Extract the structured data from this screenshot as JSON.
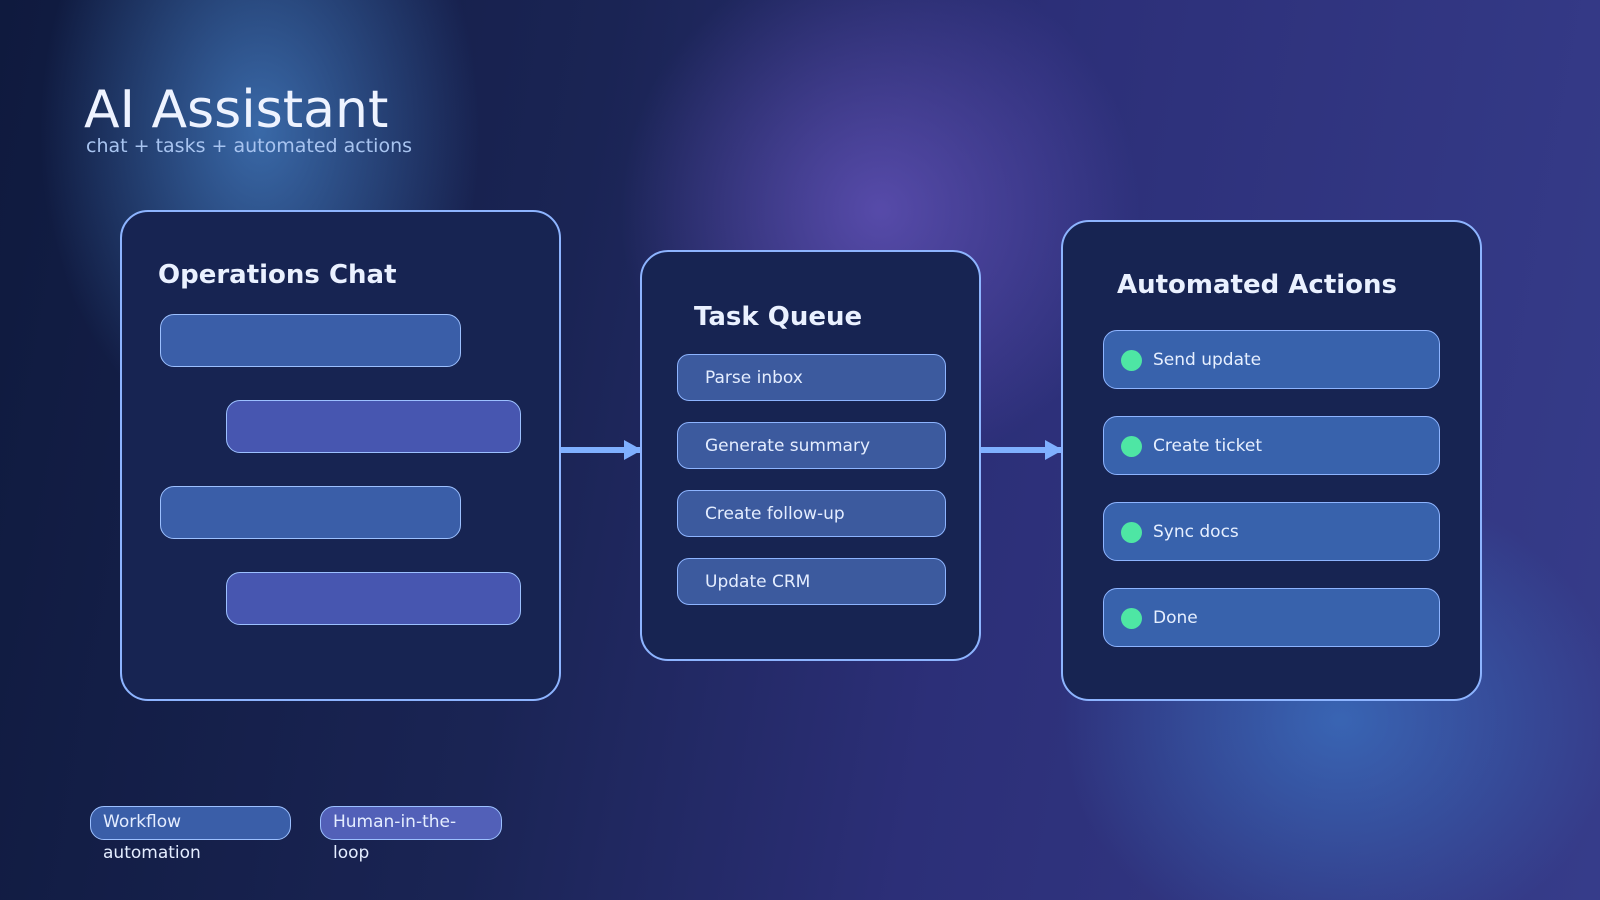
{
  "header": {
    "title": "AI Assistant",
    "subtitle": "chat + tasks + automated actions"
  },
  "chat_panel": {
    "title": "Operations Chat",
    "messages": [
      {
        "side": "incoming",
        "text": ""
      },
      {
        "side": "outgoing",
        "text": ""
      },
      {
        "side": "incoming",
        "text": ""
      },
      {
        "side": "outgoing",
        "text": ""
      }
    ]
  },
  "task_panel": {
    "title": "Task Queue",
    "items": [
      "Parse inbox",
      "Generate summary",
      "Create follow-up",
      "Update CRM"
    ]
  },
  "actions_panel": {
    "title": "Automated Actions",
    "items": [
      {
        "label": "Send update",
        "status": "done"
      },
      {
        "label": "Create ticket",
        "status": "done"
      },
      {
        "label": "Sync docs",
        "status": "done"
      },
      {
        "label": "Done",
        "status": "done"
      }
    ]
  },
  "tags": [
    "Workflow automation",
    "Human-in-the-loop"
  ],
  "colors": {
    "panel_bg": "#172452",
    "border": "#8db4ff",
    "status_dot": "#4ee6a4",
    "arrow": "#7fb0ff"
  }
}
